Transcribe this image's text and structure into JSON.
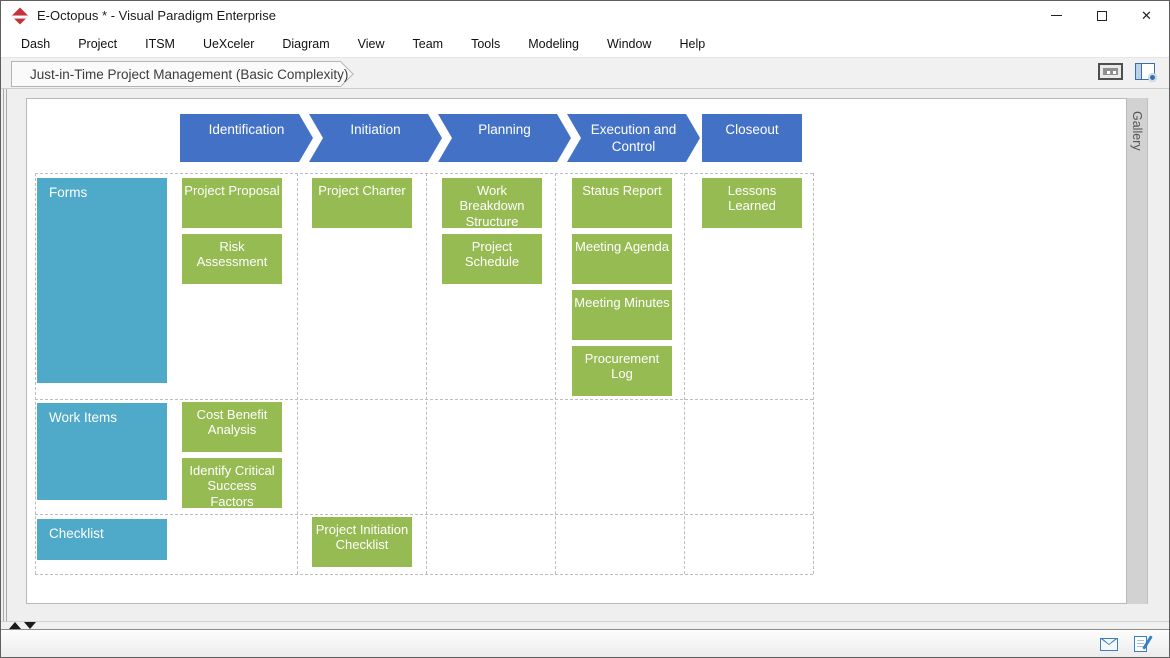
{
  "window": {
    "title": "E-Octopus * - Visual Paradigm Enterprise"
  },
  "menu": {
    "items": [
      "Dash",
      "Project",
      "ITSM",
      "UeXceler",
      "Diagram",
      "View",
      "Team",
      "Tools",
      "Modeling",
      "Window",
      "Help"
    ]
  },
  "breadcrumb": {
    "active_tab": "Just-in-Time Project Management (Basic Complexity)"
  },
  "canvas": {
    "gallery_tab": "Gallery"
  },
  "diagram": {
    "phases": [
      "Identification",
      "Initiation",
      "Planning",
      "Execution and Control",
      "Closeout"
    ],
    "rows": [
      {
        "label": "Forms",
        "cells": [
          [
            "Project Proposal",
            "Risk Assessment"
          ],
          [
            "Project Charter"
          ],
          [
            "Work Breakdown Structure",
            "Project Schedule"
          ],
          [
            "Status Report",
            "Meeting Agenda",
            "Meeting Minutes",
            "Procurement Log"
          ],
          [
            "Lessons Learned"
          ]
        ]
      },
      {
        "label": "Work Items",
        "cells": [
          [
            "Cost Benefit Analysis",
            "Identify Critical Success Factors"
          ],
          [],
          [],
          [],
          []
        ]
      },
      {
        "label": "Checklist",
        "cells": [
          [],
          [
            "Project Initiation Checklist"
          ],
          [],
          [],
          []
        ]
      }
    ],
    "colors": {
      "phase_fill": "#4271c6",
      "row_header_fill": "#4fa9c8",
      "cell_fill": "#96bb53",
      "cell_text": "#ffffff",
      "grid_dash": "#bdbdbd"
    }
  },
  "icons": {
    "titlebar": [
      "vp-logo-icon",
      "minimize-icon",
      "maximize-icon",
      "close-icon"
    ],
    "crumbbar": [
      "fit-to-window-icon",
      "diagram-panel-icon"
    ],
    "splitter": [
      "splitter-up-icon",
      "splitter-down-icon"
    ],
    "statusbar": [
      "mail-icon",
      "message-log-icon"
    ]
  }
}
